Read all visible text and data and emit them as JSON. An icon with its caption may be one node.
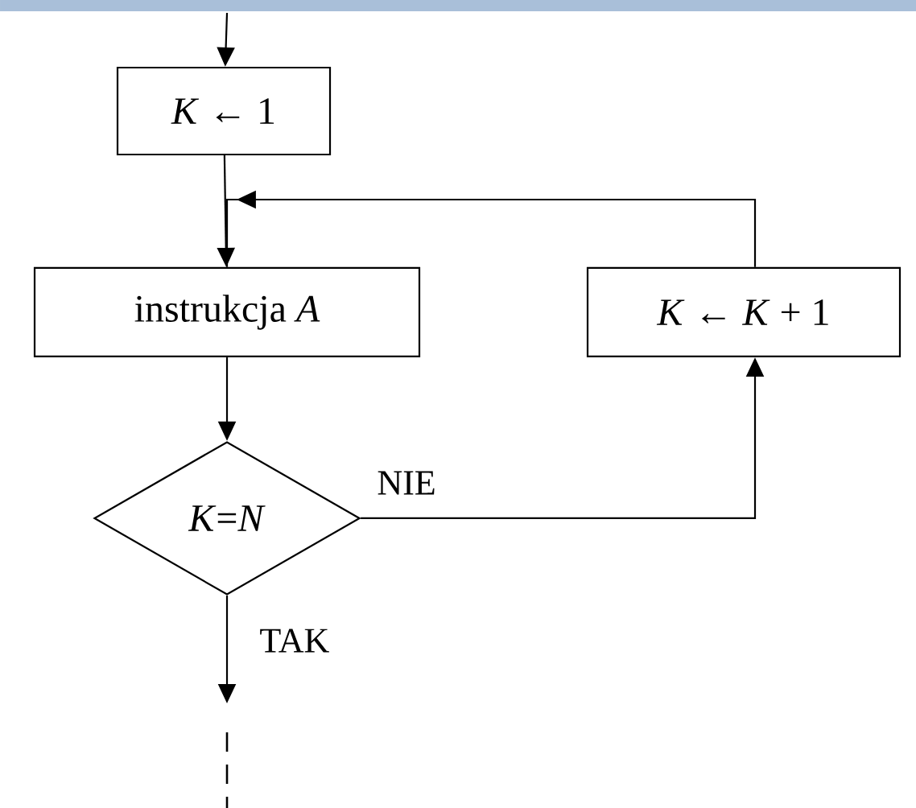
{
  "diagram": {
    "nodes": [
      {
        "text": [
          "*K* ← 1"
        ]
      },
      {
        "text": [
          "instrukcja *A*"
        ]
      },
      {
        "text": [
          "*K*=*N*"
        ]
      },
      {
        "text": [
          "*K* ← *K* + 1"
        ]
      }
    ],
    "edges": [
      {
        "from": null,
        "to": 0,
        "arrow": "to"
      },
      {
        "from": 0,
        "to": 1,
        "arrow": "to"
      },
      {
        "from": 1,
        "to": 2,
        "arrow": "to"
      },
      {
        "from": 2,
        "to": 3,
        "arrow": "to",
        "label": "NIE"
      },
      {
        "from": 3,
        "to": 1,
        "arrow": "to"
      },
      {
        "from": 2,
        "to": null,
        "arrow": "to",
        "label": "TAK"
      }
    ]
  }
}
